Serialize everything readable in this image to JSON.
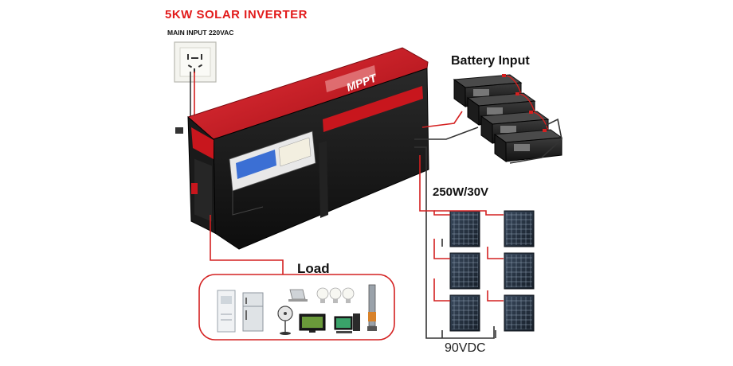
{
  "title": "5KW SOLAR INVERTER",
  "main_input": {
    "label": "MAIN INPUT 220VAC"
  },
  "inverter": {
    "badge": "MPPT"
  },
  "battery": {
    "label": "Battery Input",
    "count": 4
  },
  "solar": {
    "label": "250W/30V",
    "rows": 3,
    "columns": 2,
    "output_label": "90VDC"
  },
  "load": {
    "label": "Load",
    "devices": [
      "air-conditioner",
      "refrigerator",
      "fan",
      "laptop",
      "light-bulbs",
      "television",
      "computer",
      "water-pump"
    ]
  },
  "colors": {
    "title": "#e21b1b",
    "wire_red": "#d42020",
    "wire_dark": "#333333",
    "inverter_red": "#c8161d"
  }
}
